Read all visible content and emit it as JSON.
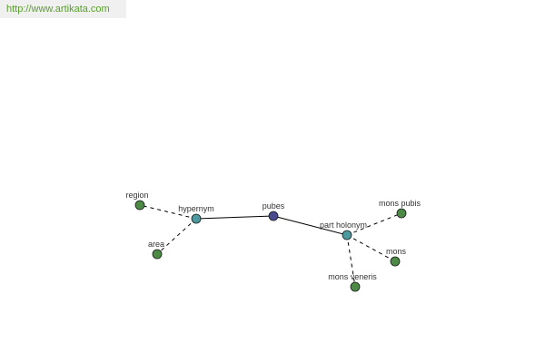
{
  "watermark": {
    "text": "http://www.artikata.com"
  },
  "graph": {
    "colors": {
      "center_node": "#4a4a8e",
      "relation_node": "#4d99a0",
      "leaf_node": "#4c8a46",
      "edge": "#000000",
      "label": "#333333",
      "watermark_text": "#58a02a",
      "watermark_bg": "#f0f0f0"
    },
    "nodes": {
      "pubes": {
        "label": "pubes",
        "kind": "center"
      },
      "hypernym": {
        "label": "hypernym",
        "kind": "relation"
      },
      "part_holonym": {
        "label": "part holonym",
        "kind": "relation"
      },
      "region": {
        "label": "region",
        "kind": "leaf"
      },
      "area": {
        "label": "area",
        "kind": "leaf"
      },
      "mons_pubis": {
        "label": "mons pubis",
        "kind": "leaf"
      },
      "mons": {
        "label": "mons",
        "kind": "leaf"
      },
      "mons_veneris": {
        "label": "mons veneris",
        "kind": "leaf"
      }
    },
    "edges": [
      {
        "from": "pubes",
        "to": "hypernym",
        "style": "solid"
      },
      {
        "from": "pubes",
        "to": "part_holonym",
        "style": "solid"
      },
      {
        "from": "hypernym",
        "to": "region",
        "style": "dashed"
      },
      {
        "from": "hypernym",
        "to": "area",
        "style": "dashed"
      },
      {
        "from": "part_holonym",
        "to": "mons_pubis",
        "style": "dashed"
      },
      {
        "from": "part_holonym",
        "to": "mons",
        "style": "dashed"
      },
      {
        "from": "part_holonym",
        "to": "mons_veneris",
        "style": "dashed"
      }
    ]
  }
}
